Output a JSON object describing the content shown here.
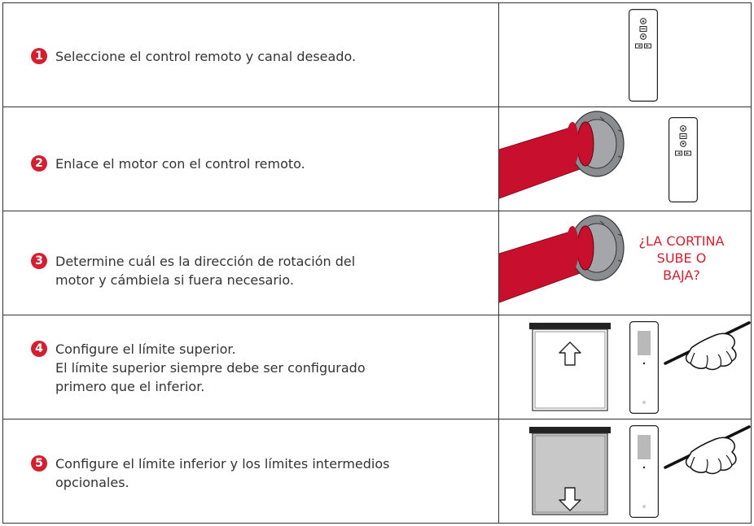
{
  "steps": [
    {
      "number": "1",
      "lines": [
        "Seleccione el control remoto y canal deseado."
      ]
    },
    {
      "number": "2",
      "lines": [
        "Enlace el motor con el control remoto."
      ]
    },
    {
      "number": "3",
      "lines": [
        "Determine cuál es la dirección de rotación del",
        "motor y cámbiela si fuera necesario."
      ]
    },
    {
      "number": "4",
      "lines": [
        "Configure el límite superior.",
        "El límite superior siempre debe ser configurado",
        "primero que el inferior."
      ]
    },
    {
      "number": "5",
      "lines": [
        "Configure el límite inferior y los límites intermedios",
        "opcionales."
      ]
    }
  ],
  "rotation_question": [
    "¿LA CORTINA",
    "SUBE O",
    "BAJA?"
  ],
  "colors": {
    "accent": "#d22030",
    "tube": "#c8102e",
    "border": "#333333"
  },
  "icons": [
    "remote-control-icon",
    "motor-tube-icon",
    "shade-up-icon",
    "shade-down-icon",
    "hand-pen-icon"
  ]
}
